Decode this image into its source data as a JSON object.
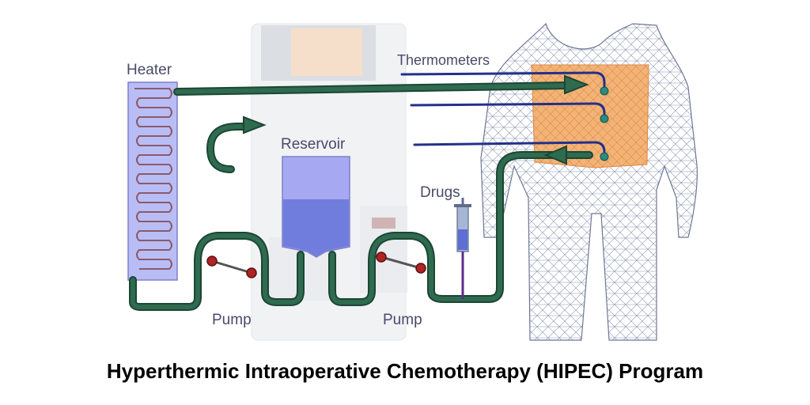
{
  "labels": {
    "heater": "Heater",
    "thermometers": "Thermometers",
    "reservoir": "Reservoir",
    "drugs": "Drugs",
    "pump_left": "Pump",
    "pump_right": "Pump"
  },
  "caption": "Hyperthermic Intraoperative Chemotherapy (HIPEC) Program",
  "colors": {
    "tube": "#2e6b4f",
    "tube_outline": "#1d4535",
    "thermometer_wire": "#23308a",
    "sensor": "#2a8b7f",
    "heater_fill": "#b9bdf5",
    "heater_coil": "#8b5a6a",
    "reservoir_fill": "#a6a9f2",
    "reservoir_liquid": "#5d6fd4",
    "abdomen": "#f3b377",
    "pump_roller": "#b02424",
    "syringe": "#7a8fb8",
    "drug_line": "#5b2d8c"
  }
}
